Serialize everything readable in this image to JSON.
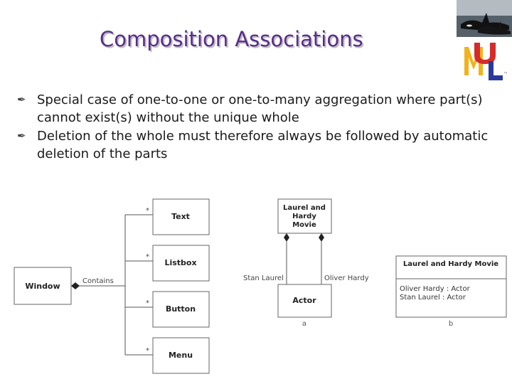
{
  "slide": {
    "title": "Composition Associations",
    "bullets": [
      "Special case of one-to-one or one-to-many aggregation where part(s) cannot exist(s) without the unique whole",
      "Deletion of the whole must therefore always be followed by automatic deletion of the parts"
    ]
  },
  "diagram_left": {
    "whole": "Window",
    "association_label": "Contains",
    "multiplicity": "*",
    "parts": [
      "Text",
      "Listbox",
      "Button",
      "Menu"
    ]
  },
  "diagram_a": {
    "whole_lines": [
      "Laurel and",
      "Hardy",
      "Movie"
    ],
    "part": "Actor",
    "role_left": "Stan Laurel",
    "role_right": "Oliver Hardy",
    "caption": "a"
  },
  "diagram_b": {
    "class_name": "Laurel and Hardy Movie",
    "attributes": [
      "Oliver Hardy : Actor",
      "Stan Laurel : Actor"
    ],
    "caption": "b"
  },
  "logo": {
    "letters": [
      "M",
      "U",
      "L"
    ],
    "tm": "™"
  }
}
